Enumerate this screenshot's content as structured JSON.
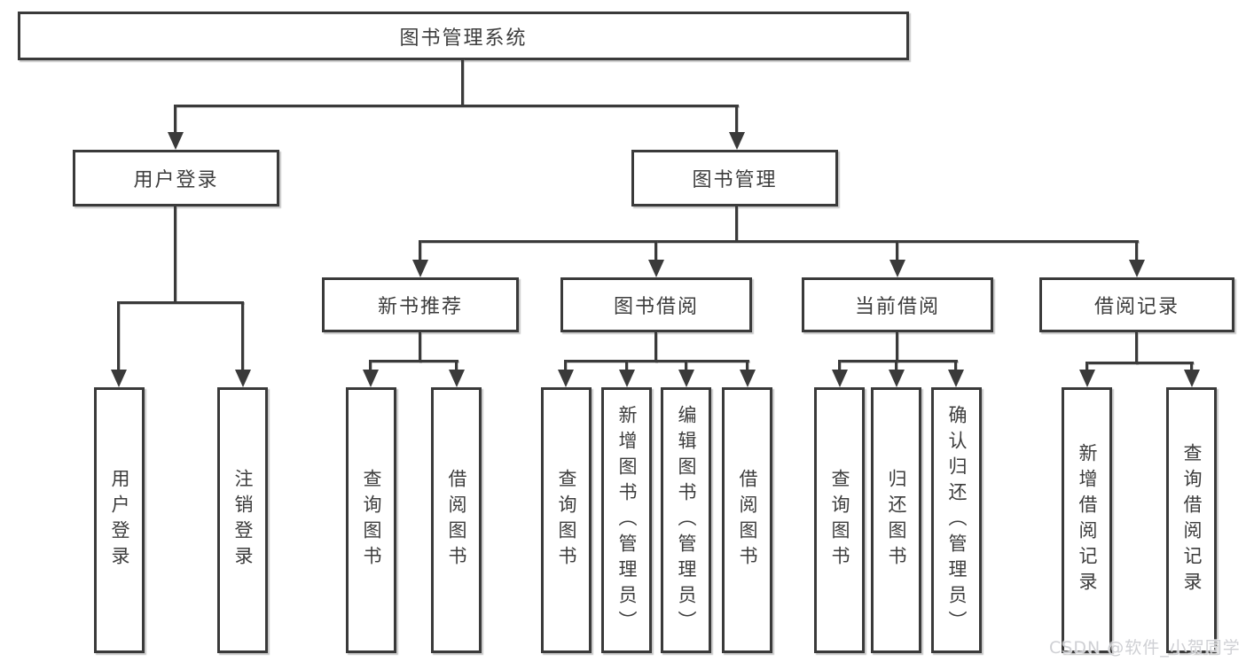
{
  "diagram": {
    "title": "图书管理系统",
    "root": {
      "label": "图书管理系统"
    },
    "level2": [
      {
        "label": "用户登录"
      },
      {
        "label": "图书管理"
      }
    ],
    "level3": [
      {
        "label": "新书推荐",
        "parent": "图书管理"
      },
      {
        "label": "图书借阅",
        "parent": "图书管理"
      },
      {
        "label": "当前借阅",
        "parent": "图书管理"
      },
      {
        "label": "借阅记录",
        "parent": "图书管理"
      }
    ],
    "leaves": [
      {
        "label": "用户登录",
        "parent": "用户登录"
      },
      {
        "label": "注销登录",
        "parent": "用户登录"
      },
      {
        "label": "查询图书",
        "parent": "新书推荐"
      },
      {
        "label": "借阅图书",
        "parent": "新书推荐"
      },
      {
        "label": "查询图书",
        "parent": "图书借阅"
      },
      {
        "label": "新增图书（管理员）",
        "parent": "图书借阅"
      },
      {
        "label": "编辑图书（管理员）",
        "parent": "图书借阅"
      },
      {
        "label": "借阅图书",
        "parent": "图书借阅"
      },
      {
        "label": "查询图书",
        "parent": "当前借阅"
      },
      {
        "label": "归还图书",
        "parent": "当前借阅"
      },
      {
        "label": "确认归还（管理员）",
        "parent": "当前借阅"
      },
      {
        "label": "新增借阅记录",
        "parent": "借阅记录"
      },
      {
        "label": "查询借阅记录",
        "parent": "借阅记录"
      }
    ],
    "colors": {
      "line": "#3a3a3a",
      "text": "#3d3d3d",
      "background": "#ffffff"
    }
  },
  "watermark": {
    "text": "CSDN @软件_小贺同学",
    "color": "#cfd0d4"
  }
}
